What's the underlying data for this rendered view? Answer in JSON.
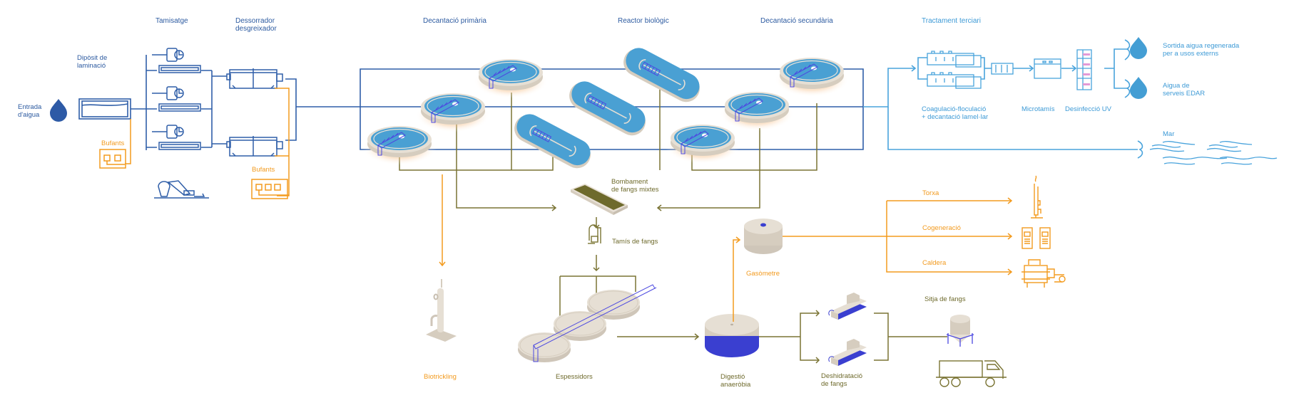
{
  "stages": {
    "tamisatge": "Tamisatge",
    "dessorrador_l1": "Dessorrador",
    "dessorrador_l2": "desgreixador",
    "decantacio_primaria": "Decantació primària",
    "reactor_biologic": "Reactor biològic",
    "decantacio_secundaria": "Decantació secundària",
    "tractament_terciari": "Tractament terciari"
  },
  "labels": {
    "entrada_l1": "Entrada",
    "entrada_l2": "d'aigua",
    "diposit_l1": "Dipòsit de",
    "diposit_l2": "laminació",
    "bufants_1": "Bufants",
    "bufants_2": "Bufants",
    "coag_l1": "Coagulació-floculació",
    "coag_l2": "+ decantació lamel·lar",
    "microtamis": "Microtamís",
    "desinfeccio_uv": "Desinfecció UV",
    "sortida_l1": "Sortida aigua regenerada",
    "sortida_l2": "per a usos externs",
    "serveis_l1": "Aigua de",
    "serveis_l2": "serveis EDAR",
    "mar": "Mar",
    "bombament_l1": "Bombament",
    "bombament_l2": "de fangs mixtes",
    "tamis_fangs": "Tamís de fangs",
    "biotrickling": "Biotrickling",
    "espessidors": "Espessidors",
    "digestio_l1": "Digestió",
    "digestio_l2": "anaeròbia",
    "gasometre": "Gasòmetre",
    "torxa": "Torxa",
    "cogeneracio": "Cogeneració",
    "caldera": "Caldera",
    "deshidratacio_l1": "Deshidratació",
    "deshidratacio_l2": "de fangs",
    "sitja": "Sitja de fangs"
  },
  "colors": {
    "water_line": "#2f5ea8",
    "treated_water": "#49a3dc",
    "air_gas": "#f39b1f",
    "sludge": "#7a7434",
    "tank_water": "#48a0d2",
    "tank_concrete": "#d9d0c4",
    "equipment_blue": "#3a3fd0"
  }
}
